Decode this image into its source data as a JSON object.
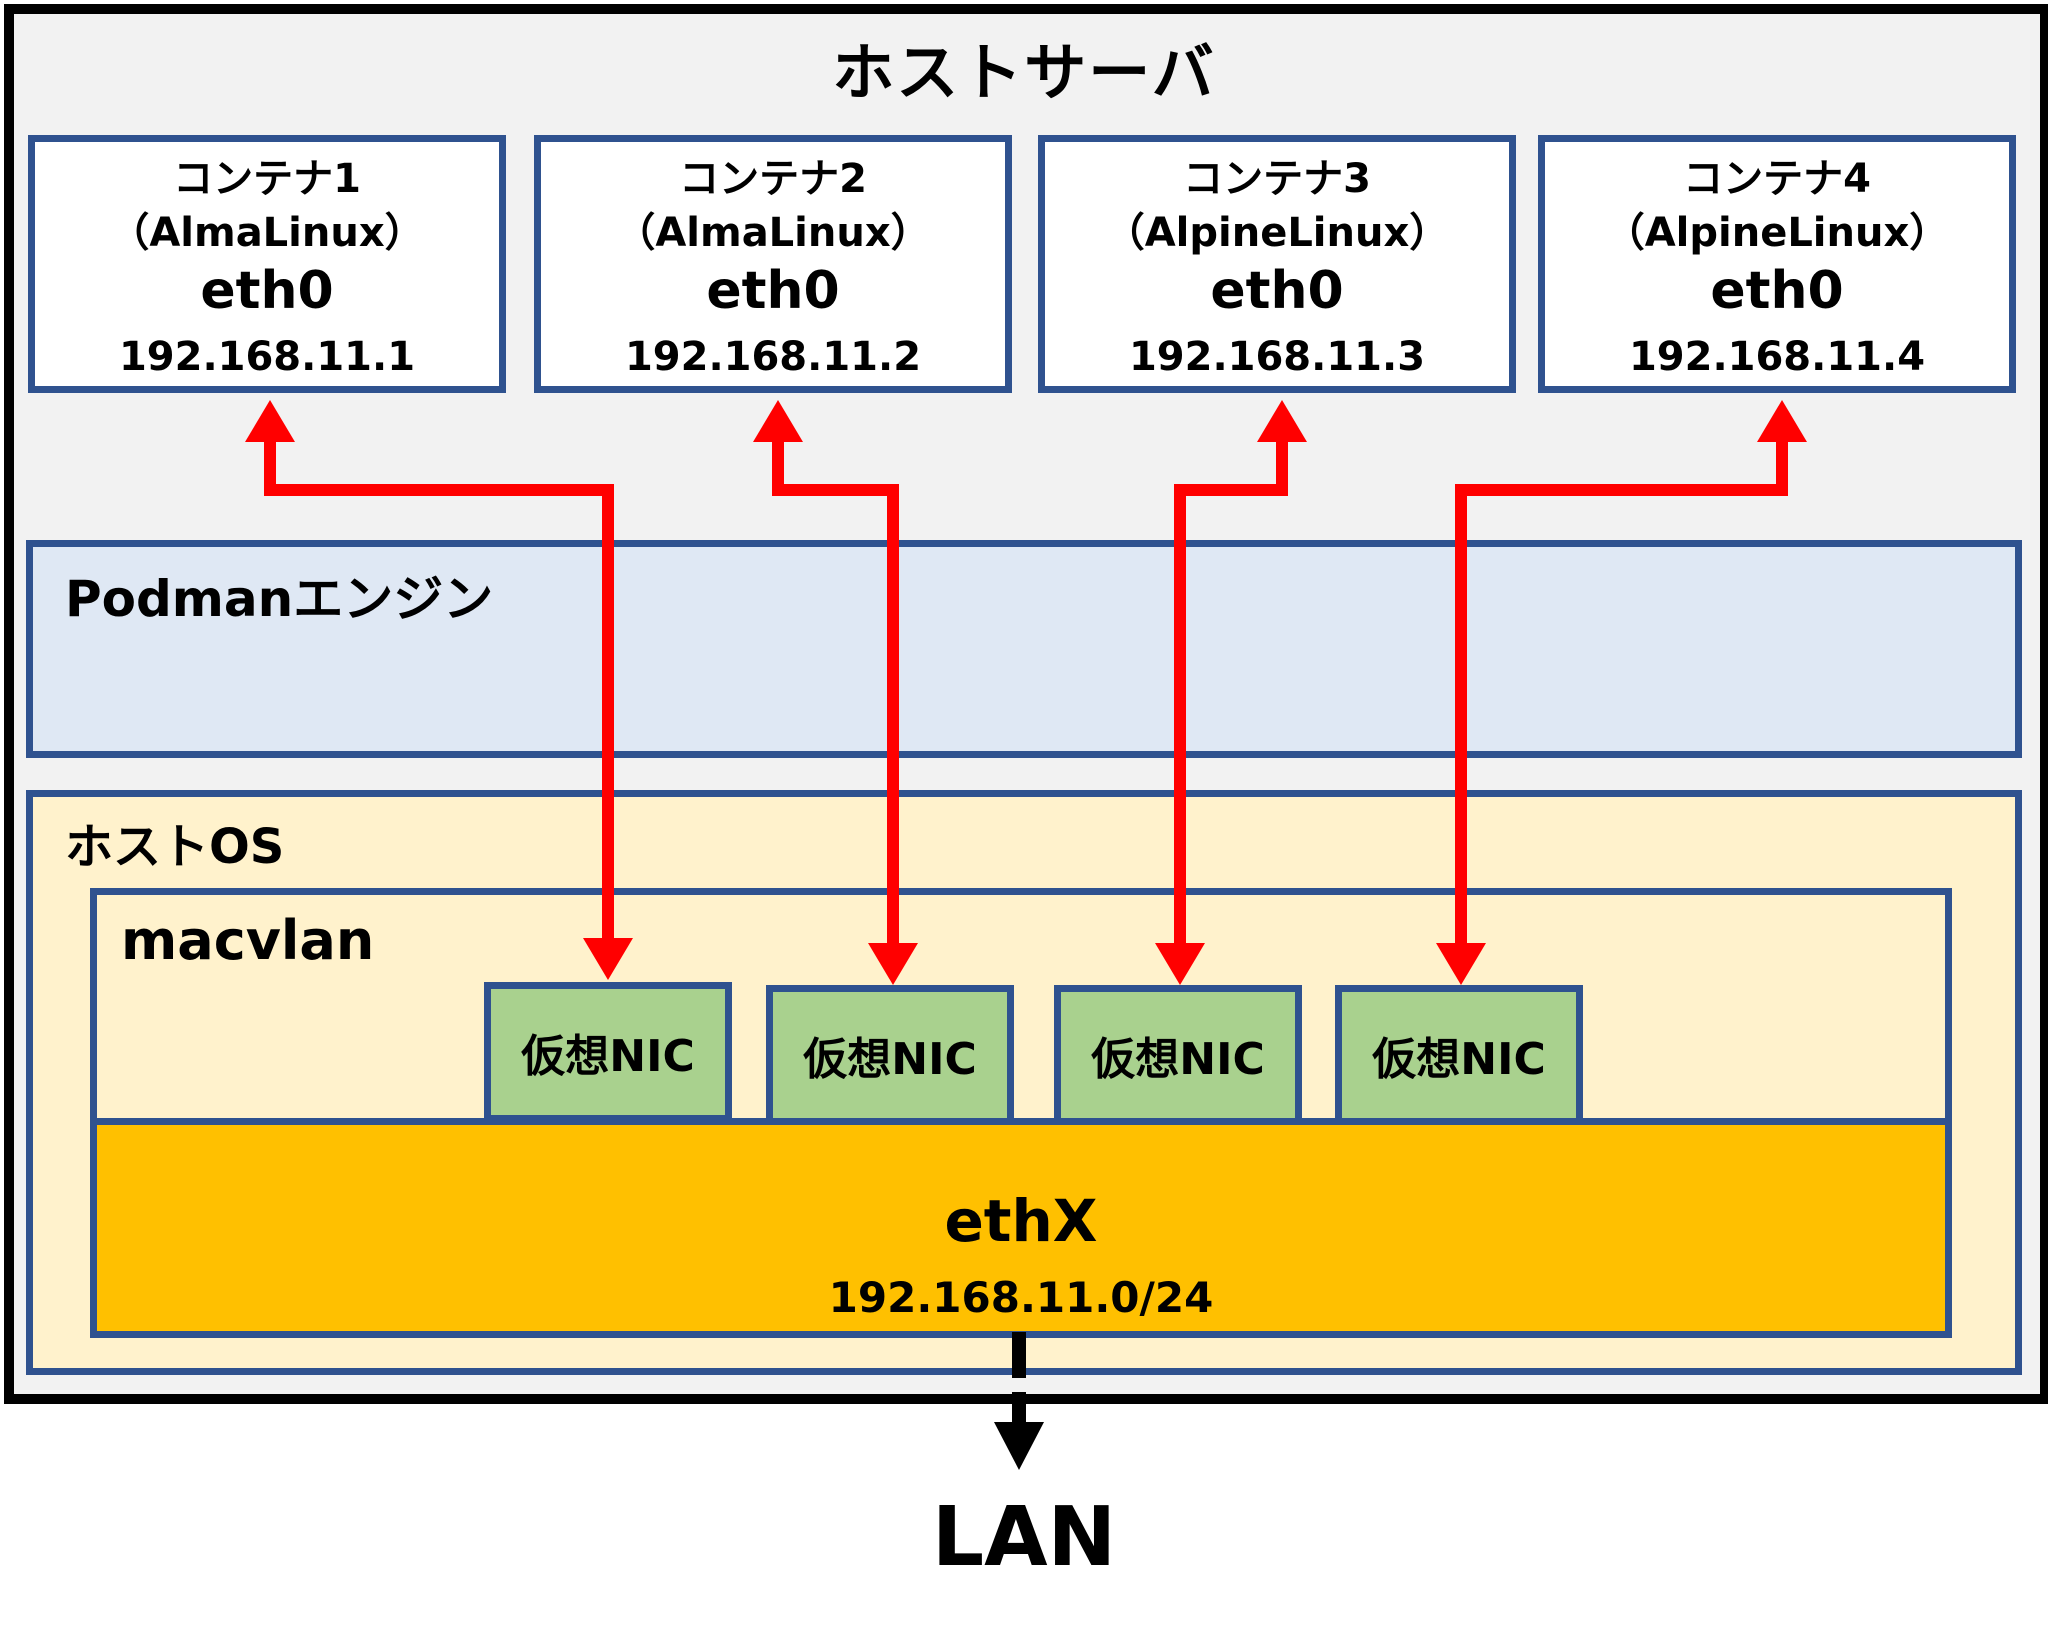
{
  "host_server": {
    "title": "ホストサーバ"
  },
  "containers": [
    {
      "name": "コンテナ1",
      "os": "（AlmaLinux）",
      "interface": "eth0",
      "ip": "192.168.11.1"
    },
    {
      "name": "コンテナ2",
      "os": "（AlmaLinux）",
      "interface": "eth0",
      "ip": "192.168.11.2"
    },
    {
      "name": "コンテナ3",
      "os": "（AlpineLinux）",
      "interface": "eth0",
      "ip": "192.168.11.3"
    },
    {
      "name": "コンテナ4",
      "os": "（AlpineLinux）",
      "interface": "eth0",
      "ip": "192.168.11.4"
    }
  ],
  "podman": {
    "label": "Podmanエンジン"
  },
  "host_os": {
    "label": "ホストOS"
  },
  "macvlan": {
    "label": "macvlan"
  },
  "virtual_nics": [
    {
      "label": "仮想NIC"
    },
    {
      "label": "仮想NIC"
    },
    {
      "label": "仮想NIC"
    },
    {
      "label": "仮想NIC"
    }
  ],
  "physical_nic": {
    "name": "ethX",
    "subnet": "192.168.11.0/24"
  },
  "network": {
    "label": "LAN"
  },
  "colors": {
    "border": "#2f528f",
    "connection_arrow": "#ff0000",
    "lan_arrow": "#000000",
    "container_fill": "#ffffff",
    "podman_fill": "#dfe8f4",
    "host_os_fill": "#fff2cc",
    "nic_fill": "#a9d18e",
    "ethx_fill": "#ffc000",
    "host_fill": "#f2f2f2"
  }
}
